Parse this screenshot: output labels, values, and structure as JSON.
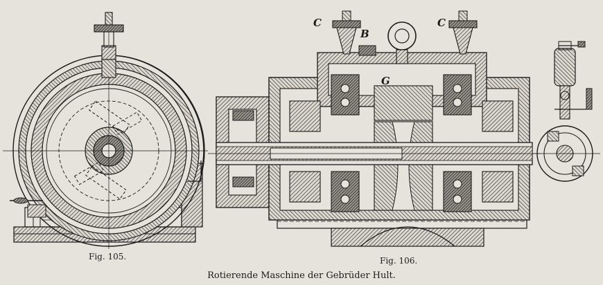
{
  "figures": {
    "left": {
      "label": "Fig. 105."
    },
    "right": {
      "label": "Fig. 106."
    }
  },
  "letters": {
    "c_left": "C",
    "c_right": "C",
    "b": "B",
    "g": "G"
  },
  "caption": "Rotierende Maschine der Gebrüder Hult.",
  "colors": {
    "paper": "#e6e3dc",
    "ink": "#1a1a1a",
    "hatch": "#2a2a2a"
  }
}
